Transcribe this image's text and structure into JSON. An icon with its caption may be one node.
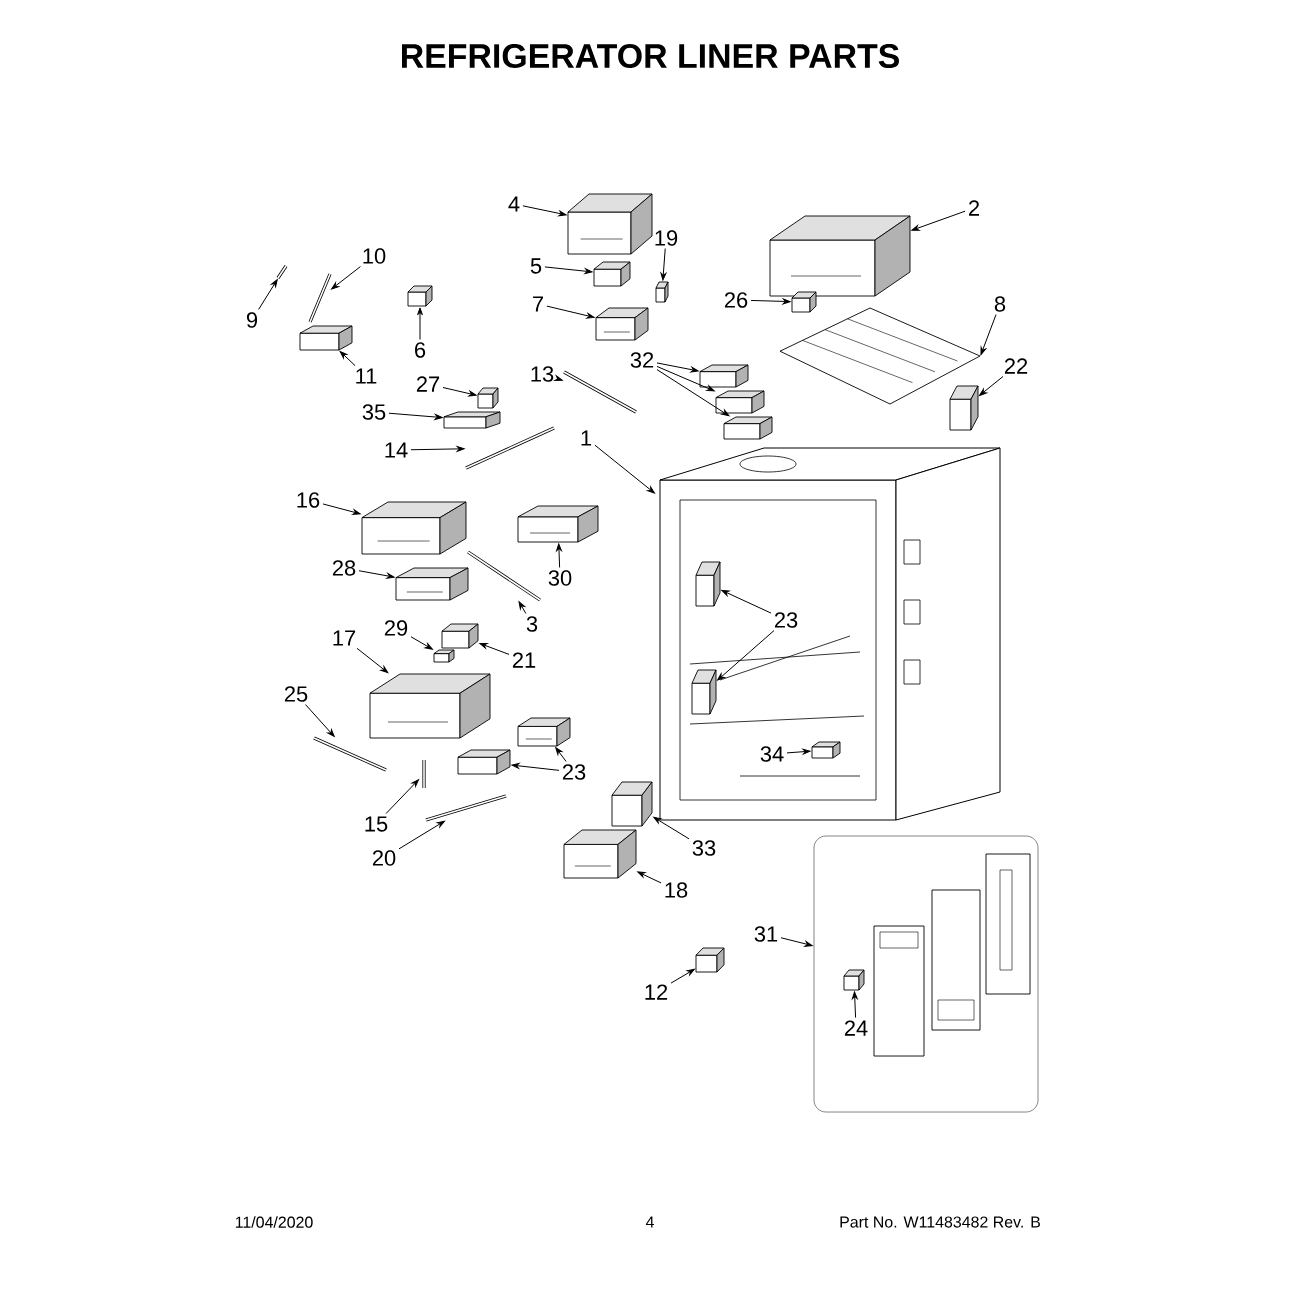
{
  "diagram": {
    "title": "REFRIGERATOR LINER PARTS",
    "nodes": [
      {
        "text": [
          "4"
        ]
      },
      {
        "text": [],
        "shape": "box"
      },
      {
        "text": [
          "2"
        ]
      },
      {
        "text": [],
        "shape": "box"
      },
      {
        "text": [
          "10"
        ]
      },
      {
        "text": [],
        "shape": "picture"
      },
      {
        "text": [
          "19"
        ]
      },
      {
        "text": [],
        "shape": "box"
      },
      {
        "text": [
          "5"
        ]
      },
      {
        "text": [],
        "shape": "box"
      },
      {
        "text": [
          "9"
        ]
      },
      {
        "text": [],
        "shape": "picture"
      },
      {
        "text": [
          "6"
        ]
      },
      {
        "text": [],
        "shape": "box"
      },
      {
        "text": [
          "26"
        ]
      },
      {
        "text": [],
        "shape": "box"
      },
      {
        "text": [
          "7"
        ]
      },
      {
        "text": [],
        "shape": "box"
      },
      {
        "text": [
          "8"
        ]
      },
      {
        "text": [],
        "shape": "picture"
      },
      {
        "text": [
          "11"
        ]
      },
      {
        "text": [],
        "shape": "box"
      },
      {
        "text": [
          "13"
        ]
      },
      {
        "text": [],
        "shape": "picture"
      },
      {
        "text": [
          "32"
        ]
      },
      {
        "text": [],
        "shape": "box"
      },
      {
        "text": [],
        "shape": "box"
      },
      {
        "text": [],
        "shape": "box"
      },
      {
        "text": [
          "22"
        ]
      },
      {
        "text": [],
        "shape": "box"
      },
      {
        "text": [
          "27"
        ]
      },
      {
        "text": [],
        "shape": "box"
      },
      {
        "text": [
          "35"
        ]
      },
      {
        "text": [],
        "shape": "box"
      },
      {
        "text": [
          "14"
        ]
      },
      {
        "text": [],
        "shape": "picture"
      },
      {
        "text": [
          "1"
        ]
      },
      {
        "text": [],
        "shape": "picture"
      },
      {
        "text": [
          "16"
        ]
      },
      {
        "text": [],
        "shape": "box"
      },
      {
        "text": [
          "30"
        ]
      },
      {
        "text": [],
        "shape": "box"
      },
      {
        "text": [
          "28"
        ]
      },
      {
        "text": [],
        "shape": "box"
      },
      {
        "text": [
          "3"
        ]
      },
      {
        "text": [],
        "shape": "picture"
      },
      {
        "text": [
          "29"
        ]
      },
      {
        "text": [],
        "shape": "box"
      },
      {
        "text": [
          "21"
        ]
      },
      {
        "text": [],
        "shape": "box"
      },
      {
        "text": [
          "17"
        ]
      },
      {
        "text": [],
        "shape": "box"
      },
      {
        "text": [
          "23"
        ],
        "in": 37
      },
      {
        "text": [],
        "shape": "box",
        "in": 37
      },
      {
        "text": [],
        "shape": "box",
        "in": 37
      },
      {
        "text": [
          "25"
        ]
      },
      {
        "text": [],
        "shape": "picture"
      },
      {
        "text": [
          "23"
        ]
      },
      {
        "text": [],
        "shape": "box"
      },
      {
        "text": [],
        "shape": "box"
      },
      {
        "text": [
          "34"
        ],
        "in": 37
      },
      {
        "text": [],
        "shape": "box",
        "in": 37
      },
      {
        "text": [
          "33"
        ]
      },
      {
        "text": [],
        "shape": "box"
      },
      {
        "text": [
          "15"
        ]
      },
      {
        "text": [],
        "shape": "picture"
      },
      {
        "text": [
          "18"
        ]
      },
      {
        "text": [],
        "shape": "box"
      },
      {
        "text": [
          "20"
        ]
      },
      {
        "text": [],
        "shape": "picture"
      },
      {
        "text": [
          "31"
        ]
      },
      {
        "text": [],
        "shape": "picture"
      },
      {
        "text": [
          "12"
        ]
      },
      {
        "text": [],
        "shape": "box"
      },
      {
        "text": [
          "24"
        ],
        "in": 71
      },
      {
        "text": [],
        "shape": "box",
        "in": 71
      }
    ],
    "edges": [
      {
        "from": 0,
        "to": 1,
        "arrow": "to"
      },
      {
        "from": 2,
        "to": 3,
        "arrow": "to"
      },
      {
        "from": 4,
        "to": 5,
        "arrow": "to"
      },
      {
        "from": 6,
        "to": 7,
        "arrow": "to"
      },
      {
        "from": 8,
        "to": 9,
        "arrow": "to"
      },
      {
        "from": 10,
        "to": 11,
        "arrow": "to"
      },
      {
        "from": 12,
        "to": 13,
        "arrow": "to"
      },
      {
        "from": 14,
        "to": 15,
        "arrow": "to"
      },
      {
        "from": 16,
        "to": 17,
        "arrow": "to"
      },
      {
        "from": 18,
        "to": 19,
        "arrow": "to"
      },
      {
        "from": 20,
        "to": 21,
        "arrow": "to"
      },
      {
        "from": 22,
        "to": 23,
        "arrow": "to"
      },
      {
        "from": 24,
        "to": 25,
        "arrow": "to"
      },
      {
        "from": 24,
        "to": 26,
        "arrow": "to"
      },
      {
        "from": 24,
        "to": 27,
        "arrow": "to"
      },
      {
        "from": 28,
        "to": 29,
        "arrow": "to"
      },
      {
        "from": 30,
        "to": 31,
        "arrow": "to"
      },
      {
        "from": 32,
        "to": 33,
        "arrow": "to"
      },
      {
        "from": 34,
        "to": 35,
        "arrow": "to"
      },
      {
        "from": 36,
        "to": 37,
        "arrow": "to"
      },
      {
        "from": 38,
        "to": 39,
        "arrow": "to"
      },
      {
        "from": 40,
        "to": 41,
        "arrow": "to"
      },
      {
        "from": 42,
        "to": 43,
        "arrow": "to"
      },
      {
        "from": 44,
        "to": 45,
        "arrow": "to"
      },
      {
        "from": 46,
        "to": 47,
        "arrow": "to"
      },
      {
        "from": 48,
        "to": 49,
        "arrow": "to"
      },
      {
        "from": 50,
        "to": 51,
        "arrow": "to"
      },
      {
        "from": 52,
        "to": 53,
        "arrow": "to"
      },
      {
        "from": 52,
        "to": 54,
        "arrow": "to"
      },
      {
        "from": 55,
        "to": 56,
        "arrow": "to"
      },
      {
        "from": 57,
        "to": 58,
        "arrow": "to"
      },
      {
        "from": 57,
        "to": 59,
        "arrow": "to"
      },
      {
        "from": 60,
        "to": 61,
        "arrow": "to"
      },
      {
        "from": 62,
        "to": 63,
        "arrow": "to"
      },
      {
        "from": 64,
        "to": 65,
        "arrow": "to"
      },
      {
        "from": 66,
        "to": 67,
        "arrow": "to"
      },
      {
        "from": 68,
        "to": 69,
        "arrow": "to"
      },
      {
        "from": 70,
        "to": 71,
        "arrow": "to"
      },
      {
        "from": 72,
        "to": 73,
        "arrow": "to"
      },
      {
        "from": 74,
        "to": 75,
        "arrow": "to"
      }
    ],
    "labels": [
      "11/04/2020",
      "4",
      "Part No. W11483482 Rev. B"
    ]
  }
}
